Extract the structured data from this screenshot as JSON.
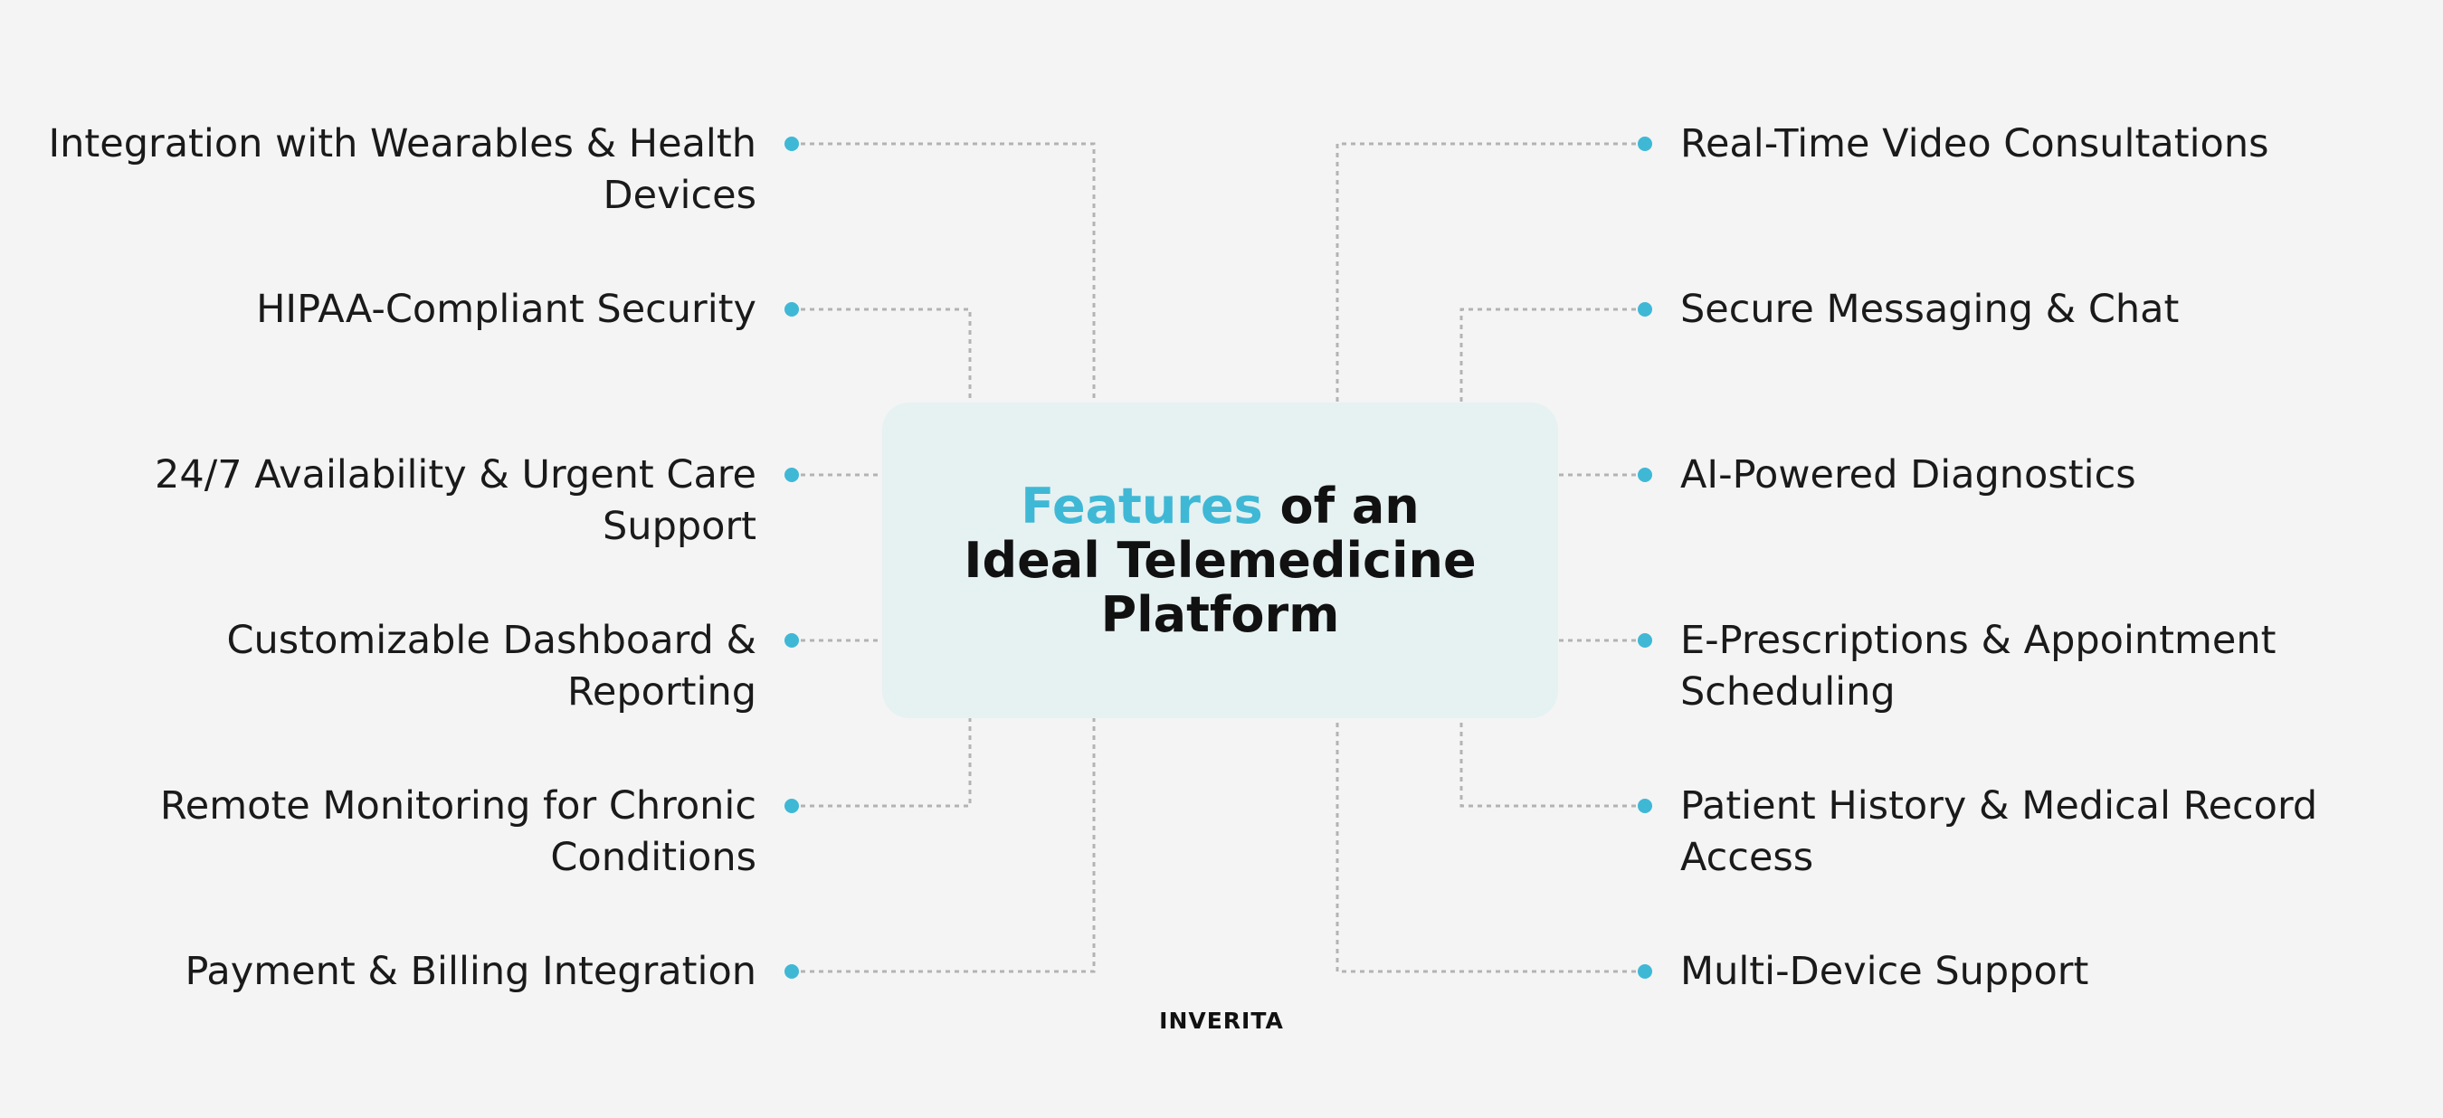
{
  "center": {
    "title_accent": "Features",
    "title_rest_line1": " of an",
    "title_line2": "Ideal Telemedicine",
    "title_line3": "Platform"
  },
  "features_left": [
    "Integration with Wearables & Health Devices",
    "HIPAA-Compliant Security",
    "24/7 Availability & Urgent Care Support",
    "Customizable Dashboard & Reporting",
    "Remote Monitoring for Chronic Conditions",
    "Payment & Billing Integration"
  ],
  "features_right": [
    "Real-Time Video Consultations",
    "Secure Messaging & Chat",
    "AI-Powered Diagnostics",
    "E-Prescriptions & Appointment Scheduling",
    "Patient History & Medical Record Access",
    "Multi-Device Support"
  ],
  "brand": {
    "logo_text": "INVERITA"
  },
  "colors": {
    "accent": "#3fb8d6",
    "background": "#f4f4f4",
    "center_box": "#e6f1f2",
    "connector": "#b3b3b3",
    "text": "#1a1a1a"
  }
}
